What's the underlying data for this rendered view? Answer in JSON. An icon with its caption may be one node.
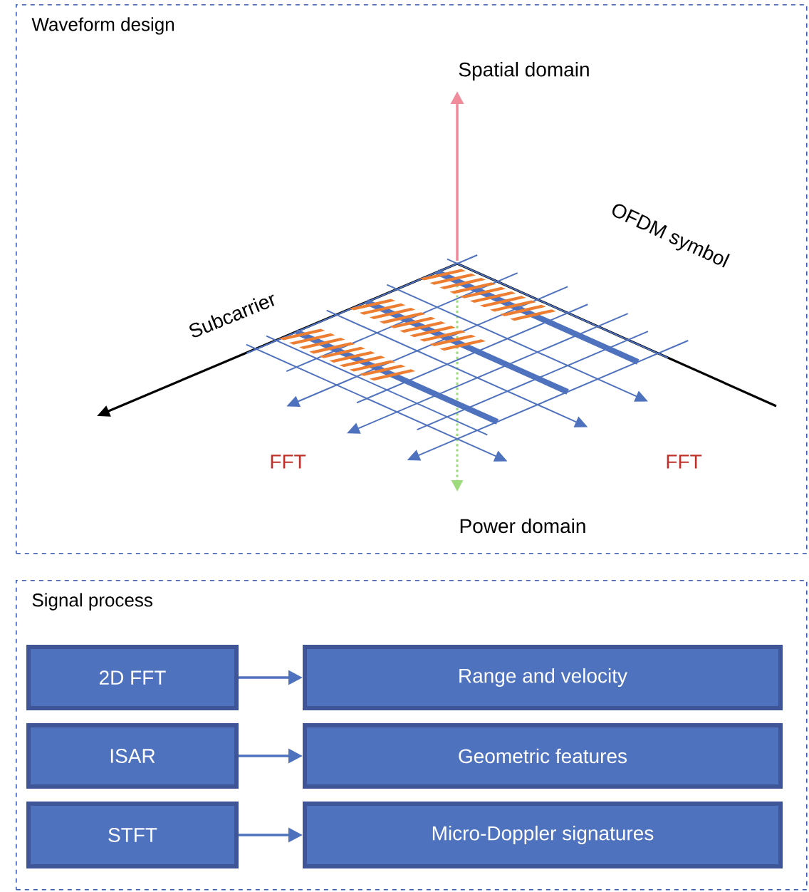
{
  "diagram": {
    "nodes": [
      {
        "text": [
          "Waveform design"
        ]
      },
      {
        "text": [
          "Signal process"
        ]
      },
      {
        "text": [
          "2D FFT"
        ],
        "in": 1
      },
      {
        "text": [
          "Range and velocity"
        ],
        "in": 1
      },
      {
        "text": [
          "ISAR"
        ],
        "in": 1
      },
      {
        "text": [
          "Geometric features"
        ],
        "in": 1
      },
      {
        "text": [
          "STFT"
        ],
        "in": 1
      },
      {
        "text": [
          "Micro-Doppler signatures"
        ],
        "in": 1
      }
    ],
    "edges": [
      {
        "from": 2,
        "to": 3,
        "arrow": "to"
      },
      {
        "from": 4,
        "to": 5,
        "arrow": "to"
      },
      {
        "from": 6,
        "to": 7,
        "arrow": "to"
      }
    ],
    "labels": [
      "Spatial domain",
      "OFDM symbol",
      "Subcarrier",
      "FFT",
      "FFT",
      "Power domain"
    ]
  }
}
